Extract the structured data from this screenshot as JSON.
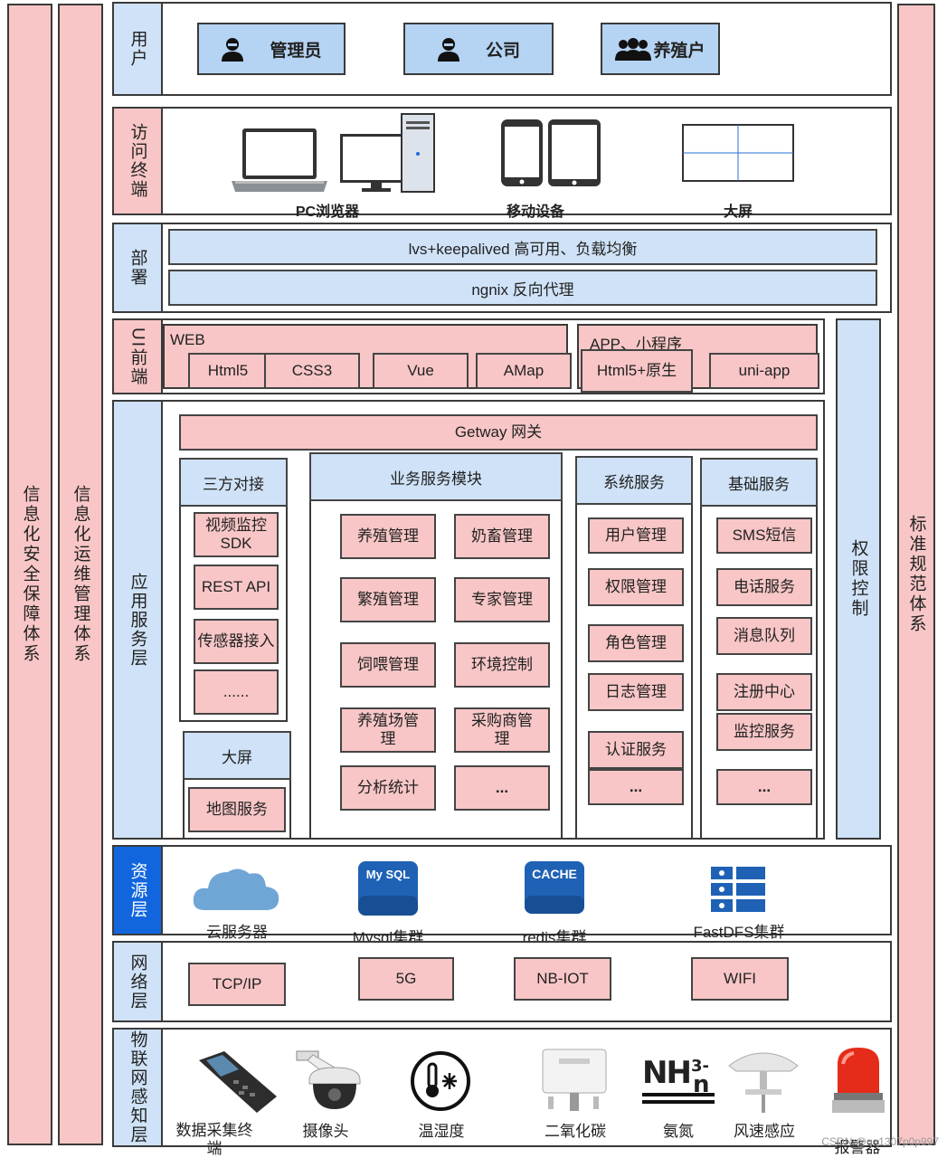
{
  "side": {
    "left1": "信息化安全保障体系",
    "left2": "信息化运维管理体系",
    "right": "标准规范体系",
    "auth": "权限控制"
  },
  "layers": {
    "users": "用户",
    "terminals": "访问终端",
    "deploy": "部署",
    "ui": "UI前端",
    "app": "应用服务层",
    "resource": "资源层",
    "network": "网络层",
    "iot": "物联网感知层"
  },
  "users": [
    "管理员",
    "公司",
    "养殖户"
  ],
  "terminals": [
    "PC浏览器",
    "移动设备",
    "大屏"
  ],
  "deploy": [
    "lvs+keepalived 高可用、负载均衡",
    "ngnix 反向代理"
  ],
  "ui": {
    "web": "WEB",
    "web_items": [
      "Html5",
      "CSS3",
      "Vue",
      "AMap"
    ],
    "app": "APP、小程序",
    "app_items": [
      "Html5+原生",
      "uni-app"
    ]
  },
  "gateway": "Getway 网关",
  "third_party": {
    "title": "三方对接",
    "items": [
      "视频监控SDK",
      "REST API",
      "传感器接入",
      "......"
    ]
  },
  "bigscreen": {
    "title": "大屏",
    "items": [
      "地图服务"
    ]
  },
  "business": {
    "title": "业务服务模块",
    "items": [
      "养殖管理",
      "奶畜管理",
      "繁殖管理",
      "专家管理",
      "饲喂管理",
      "环境控制",
      "养殖场管理",
      "采购商管理",
      "分析统计",
      "..."
    ]
  },
  "system": {
    "title": "系统服务",
    "items": [
      "用户管理",
      "权限管理",
      "角色管理",
      "日志管理",
      "认证服务",
      "..."
    ]
  },
  "basic": {
    "title": "基础服务",
    "items": [
      "SMS短信",
      "电话服务",
      "消息队列",
      "注册中心",
      "监控服务",
      "..."
    ]
  },
  "resources": {
    "labels": [
      "云服务器",
      "Mysql集群",
      "redis集群",
      "FastDFS集群"
    ],
    "mysql_icon": "My SQL",
    "cache_icon": "CACHE"
  },
  "network": [
    "TCP/IP",
    "5G",
    "NB-IOT",
    "WIFI"
  ],
  "iot": [
    "数据采集终端",
    "摄像头",
    "温湿度",
    "二氧化碳",
    "氨氮",
    "风速感应",
    "报警器"
  ],
  "iot_nh": {
    "main": "NH",
    "sup": "3-",
    "sub": "n"
  },
  "watermark": "CSDN @qq1307p0p997",
  "colors": {
    "pink": "#f8c6c6",
    "lightblue": "#cfe2f7",
    "userblue": "#b5d3f3",
    "resource_label": "#1166dd"
  }
}
